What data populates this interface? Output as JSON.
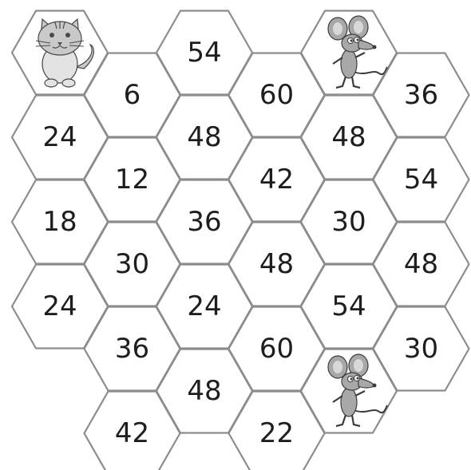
{
  "board": {
    "cells": [
      {
        "col": 0,
        "row": 0,
        "kind": "picture",
        "icon": "cat-icon"
      },
      {
        "col": 0,
        "row": 1,
        "kind": "number",
        "value": "24"
      },
      {
        "col": 0,
        "row": 2,
        "kind": "number",
        "value": "18"
      },
      {
        "col": 0,
        "row": 3,
        "kind": "number",
        "value": "24"
      },
      {
        "col": 1,
        "row": 0,
        "kind": "number",
        "value": "6"
      },
      {
        "col": 1,
        "row": 1,
        "kind": "number",
        "value": "12"
      },
      {
        "col": 1,
        "row": 2,
        "kind": "number",
        "value": "30"
      },
      {
        "col": 1,
        "row": 3,
        "kind": "number",
        "value": "36"
      },
      {
        "col": 1,
        "row": 4,
        "kind": "number",
        "value": "42"
      },
      {
        "col": 2,
        "row": 0,
        "kind": "number",
        "value": "54"
      },
      {
        "col": 2,
        "row": 1,
        "kind": "number",
        "value": "48"
      },
      {
        "col": 2,
        "row": 2,
        "kind": "number",
        "value": "36"
      },
      {
        "col": 2,
        "row": 3,
        "kind": "number",
        "value": "24"
      },
      {
        "col": 2,
        "row": 4,
        "kind": "number",
        "value": "48"
      },
      {
        "col": 3,
        "row": 0,
        "kind": "number",
        "value": "60"
      },
      {
        "col": 3,
        "row": 1,
        "kind": "number",
        "value": "42"
      },
      {
        "col": 3,
        "row": 2,
        "kind": "number",
        "value": "48"
      },
      {
        "col": 3,
        "row": 3,
        "kind": "number",
        "value": "60"
      },
      {
        "col": 3,
        "row": 4,
        "kind": "number",
        "value": "22"
      },
      {
        "col": 4,
        "row": 0,
        "kind": "picture",
        "icon": "mouse-icon"
      },
      {
        "col": 4,
        "row": 1,
        "kind": "number",
        "value": "48"
      },
      {
        "col": 4,
        "row": 2,
        "kind": "number",
        "value": "30"
      },
      {
        "col": 4,
        "row": 3,
        "kind": "number",
        "value": "54"
      },
      {
        "col": 4,
        "row": 4,
        "kind": "picture",
        "icon": "mouse-icon"
      },
      {
        "col": 5,
        "row": 0,
        "kind": "number",
        "value": "36"
      },
      {
        "col": 5,
        "row": 1,
        "kind": "number",
        "value": "54"
      },
      {
        "col": 5,
        "row": 2,
        "kind": "number",
        "value": "48"
      },
      {
        "col": 5,
        "row": 3,
        "kind": "number",
        "value": "30"
      }
    ]
  }
}
